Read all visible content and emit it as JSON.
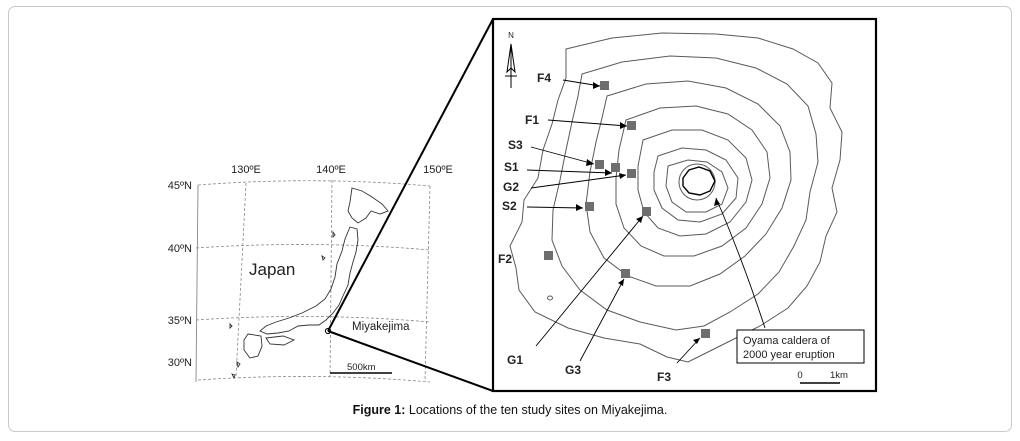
{
  "figure": {
    "caption_label": "Figure 1:",
    "caption_text": " Locations of the ten study sites on Miyakejima."
  },
  "left_map": {
    "longitudes": [
      "130ºE",
      "140ºE",
      "150ºE"
    ],
    "latitudes": [
      "45ºN",
      "40ºN",
      "35ºN",
      "30ºN"
    ],
    "country_label": "Japan",
    "island_label": "Miyakejima",
    "scale_label": "500km"
  },
  "right_map": {
    "north_label": "N",
    "sites": [
      "F4",
      "F1",
      "S3",
      "S1",
      "G2",
      "S2",
      "F2",
      "G1",
      "G3",
      "F3"
    ],
    "caldera_note_line1": "Oyama caldera of",
    "caldera_note_line2": "2000 year eruption",
    "scale_zero": "0",
    "scale_km": "1km"
  },
  "colors": {
    "marker": "#6e6e6e",
    "contour": "#5a5a5a",
    "frame": "#000000"
  }
}
